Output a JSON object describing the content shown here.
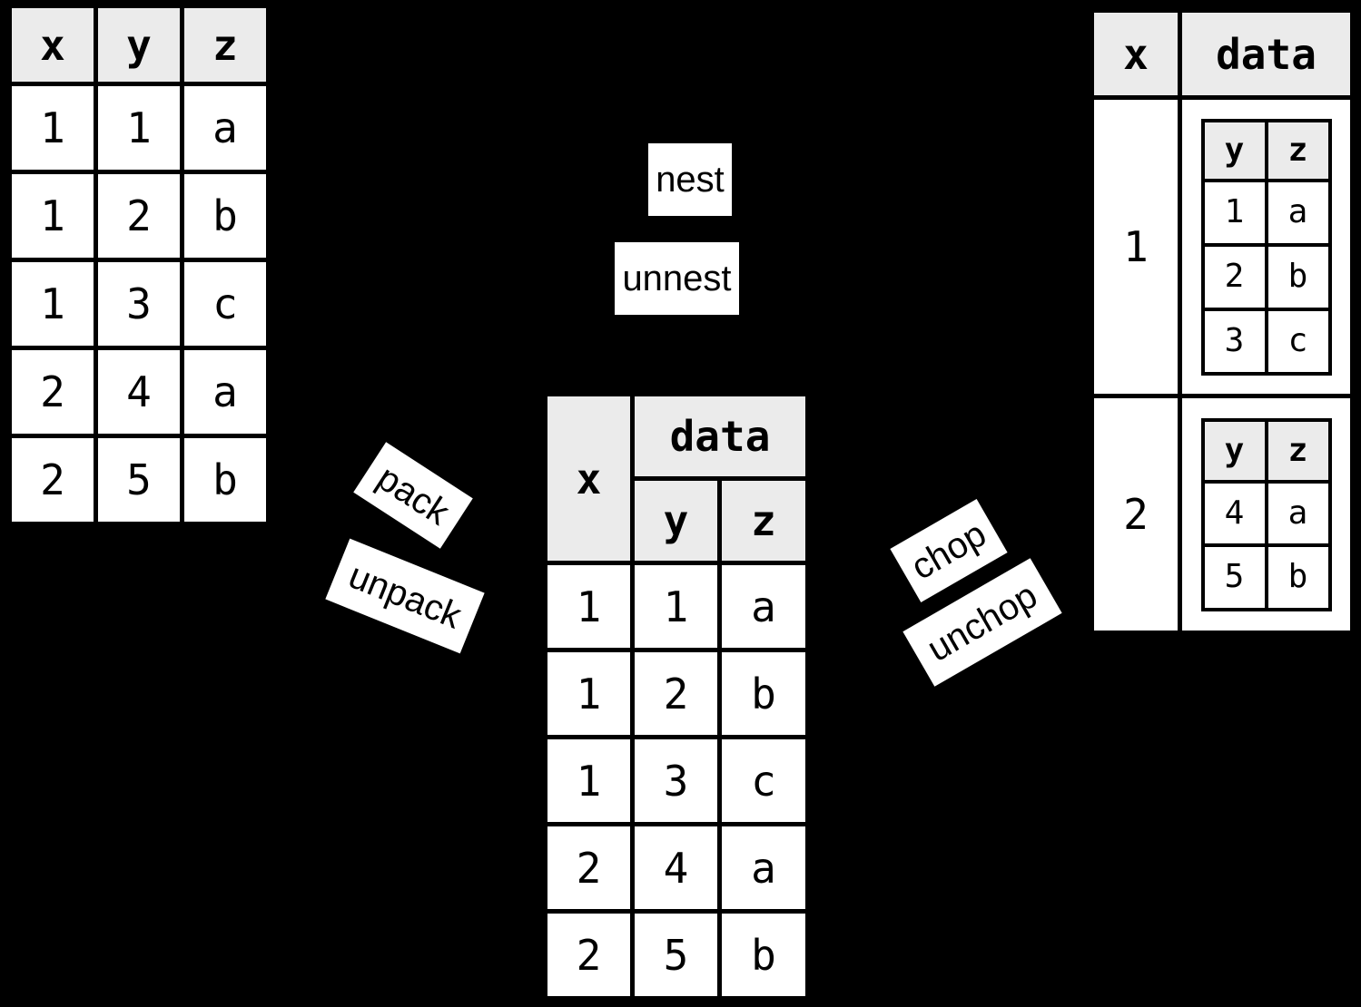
{
  "colors": {
    "background": "#000000",
    "cell_fill": "#ffffff",
    "header_fill": "#ebebeb",
    "border": "#000000",
    "text": "#000000",
    "label_background": "#ffffff"
  },
  "operations": {
    "nest": "nest",
    "unnest": "unnest",
    "pack": "pack",
    "unpack": "unpack",
    "chop": "chop",
    "unchop": "unchop"
  },
  "flat_table": {
    "headers": [
      "x",
      "y",
      "z"
    ],
    "rows": [
      [
        "1",
        "1",
        "a"
      ],
      [
        "1",
        "2",
        "b"
      ],
      [
        "1",
        "3",
        "c"
      ],
      [
        "2",
        "4",
        "a"
      ],
      [
        "2",
        "5",
        "b"
      ]
    ]
  },
  "packed_table": {
    "x_header": "x",
    "data_header": "data",
    "sub_headers": [
      "y",
      "z"
    ],
    "rows": [
      [
        "1",
        "1",
        "a"
      ],
      [
        "1",
        "2",
        "b"
      ],
      [
        "1",
        "3",
        "c"
      ],
      [
        "2",
        "4",
        "a"
      ],
      [
        "2",
        "5",
        "b"
      ]
    ]
  },
  "nested_table": {
    "x_header": "x",
    "data_header": "data",
    "groups": [
      {
        "x": "1",
        "sub_headers": [
          "y",
          "z"
        ],
        "rows": [
          [
            "1",
            "a"
          ],
          [
            "2",
            "b"
          ],
          [
            "3",
            "c"
          ]
        ]
      },
      {
        "x": "2",
        "sub_headers": [
          "y",
          "z"
        ],
        "rows": [
          [
            "4",
            "a"
          ],
          [
            "5",
            "b"
          ]
        ]
      }
    ]
  }
}
